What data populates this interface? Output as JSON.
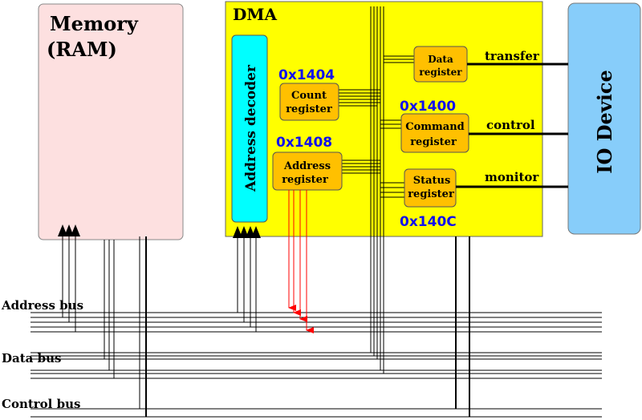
{
  "memory": {
    "line1": "Memory",
    "line2": "(RAM)"
  },
  "dma": {
    "title": "DMA"
  },
  "address_decoder": {
    "label": "Address decoder"
  },
  "io_device": {
    "label": "IO Device"
  },
  "registers": {
    "data": {
      "line1": "Data",
      "line2": "register"
    },
    "count": {
      "line1": "Count",
      "line2": "register",
      "addr": "0x1404"
    },
    "command": {
      "line1": "Command",
      "line2": "register",
      "addr": "0x1400"
    },
    "address": {
      "line1": "Address",
      "line2": "register",
      "addr": "0x1408"
    },
    "status": {
      "line1": "Status",
      "line2": "register",
      "addr": "0x140C"
    }
  },
  "io_links": {
    "transfer": "transfer",
    "control": "control",
    "monitor": "monitor"
  },
  "buses": {
    "address": "Address bus",
    "data": "Data bus",
    "control": "Control bus"
  },
  "colors": {
    "memory_fill": "#fde0e0",
    "dma_fill": "#ffff00",
    "decoder_fill": "#00ffff",
    "register_fill": "#ffc000",
    "io_fill": "#87cdfa",
    "hex_text": "#1010ee",
    "arrow_red": "#ff0000"
  }
}
